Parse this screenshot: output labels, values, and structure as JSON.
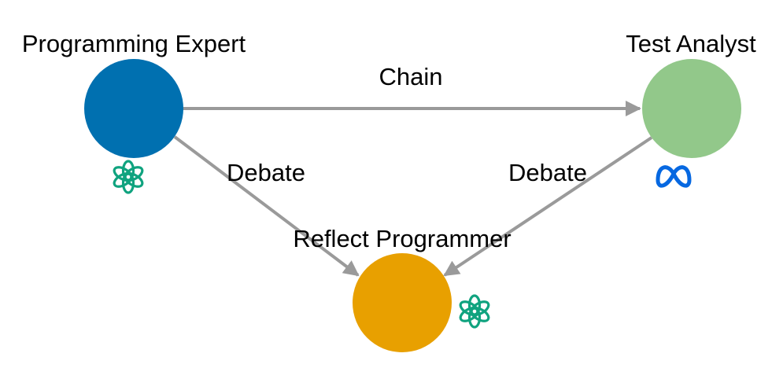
{
  "nodes": {
    "programming_expert": {
      "label": "Programming Expert",
      "color": "#0070b0",
      "model_icon": "openai-logo-icon"
    },
    "test_analyst": {
      "label": "Test Analyst",
      "color": "#92c88a",
      "model_icon": "meta-logo-icon"
    },
    "reflect_programmer": {
      "label": "Reflect Programmer",
      "color": "#e8a000",
      "model_icon": "openai-logo-icon"
    }
  },
  "edges": {
    "chain": {
      "label": "Chain",
      "from": "Programming Expert",
      "to": "Test Analyst"
    },
    "debate_left": {
      "label": "Debate",
      "from": "Programming Expert",
      "to": "Reflect Programmer"
    },
    "debate_right": {
      "label": "Debate",
      "from": "Test Analyst",
      "to": "Reflect Programmer"
    }
  },
  "colors": {
    "arrow": "#9a9a9a",
    "openai_green": "#10a37f",
    "meta_blue": "#0668e1"
  }
}
